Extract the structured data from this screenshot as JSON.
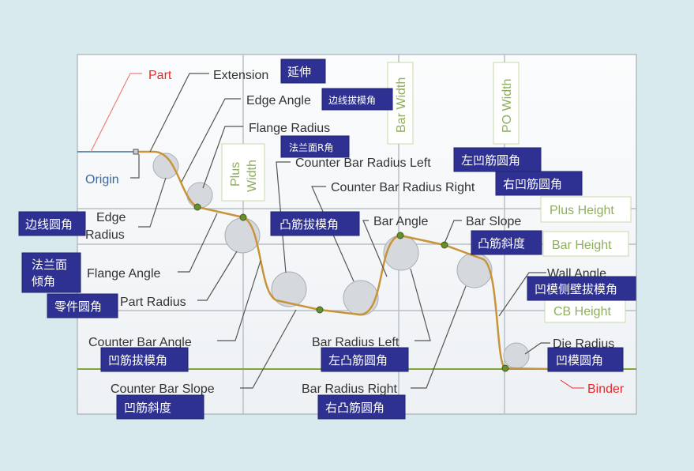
{
  "labels": {
    "part": "Part",
    "extension": "Extension",
    "edge_angle": "Edge Angle",
    "flange_radius": "Flange Radius",
    "counter_bar_radius_left": "Counter Bar Radius Left",
    "counter_bar_radius_right": "Counter Bar Radius Right",
    "origin": "Origin",
    "edge": "Edge",
    "radius": "Radius",
    "flange_angle": "Flange Angle",
    "part_radius": "Part Radius",
    "bar_angle": "Bar Angle",
    "bar_slope": "Bar Slope",
    "wall_angle": "Wall Angle",
    "die_radius": "Die Radius",
    "binder": "Binder",
    "counter_bar_angle": "Counter Bar Angle",
    "counter_bar_slope": "Counter Bar Slope",
    "bar_radius_left": "Bar Radius Left",
    "bar_radius_right": "Bar Radius Right"
  },
  "dims": {
    "plus": "Plus",
    "width": "Width",
    "bar_width": "Bar Width",
    "po_width": "PO Width",
    "plus_height": "Plus Height",
    "bar_height": "Bar Height",
    "cb_height": "CB Height"
  },
  "cn": {
    "extension": "延伸",
    "edge_angle": "边线拔模角",
    "flange_radius": "法兰面R角",
    "cb_radius_left": "左凹筋圆角",
    "cb_radius_right": "右凹筋圆角",
    "edge_radius": "边线圆角",
    "bar_draft": "凸筋拔模角",
    "bar_slope": "凸筋斜度",
    "flange_angle_1": "法兰面",
    "flange_angle_2": "倾角",
    "wall_angle": "凹模侧壁拔模角",
    "part_radius": "零件圆角",
    "cb_angle": "凹筋拔模角",
    "bar_radius_left": "左凸筋圆角",
    "die_radius": "凹模圆角",
    "cb_slope": "凹筋斜度",
    "bar_radius_right": "右凸筋圆角"
  },
  "colors": {
    "box": "#2e3192",
    "part": "#e8282b",
    "origin": "#3d6a9e",
    "curve": "#c8943a"
  }
}
